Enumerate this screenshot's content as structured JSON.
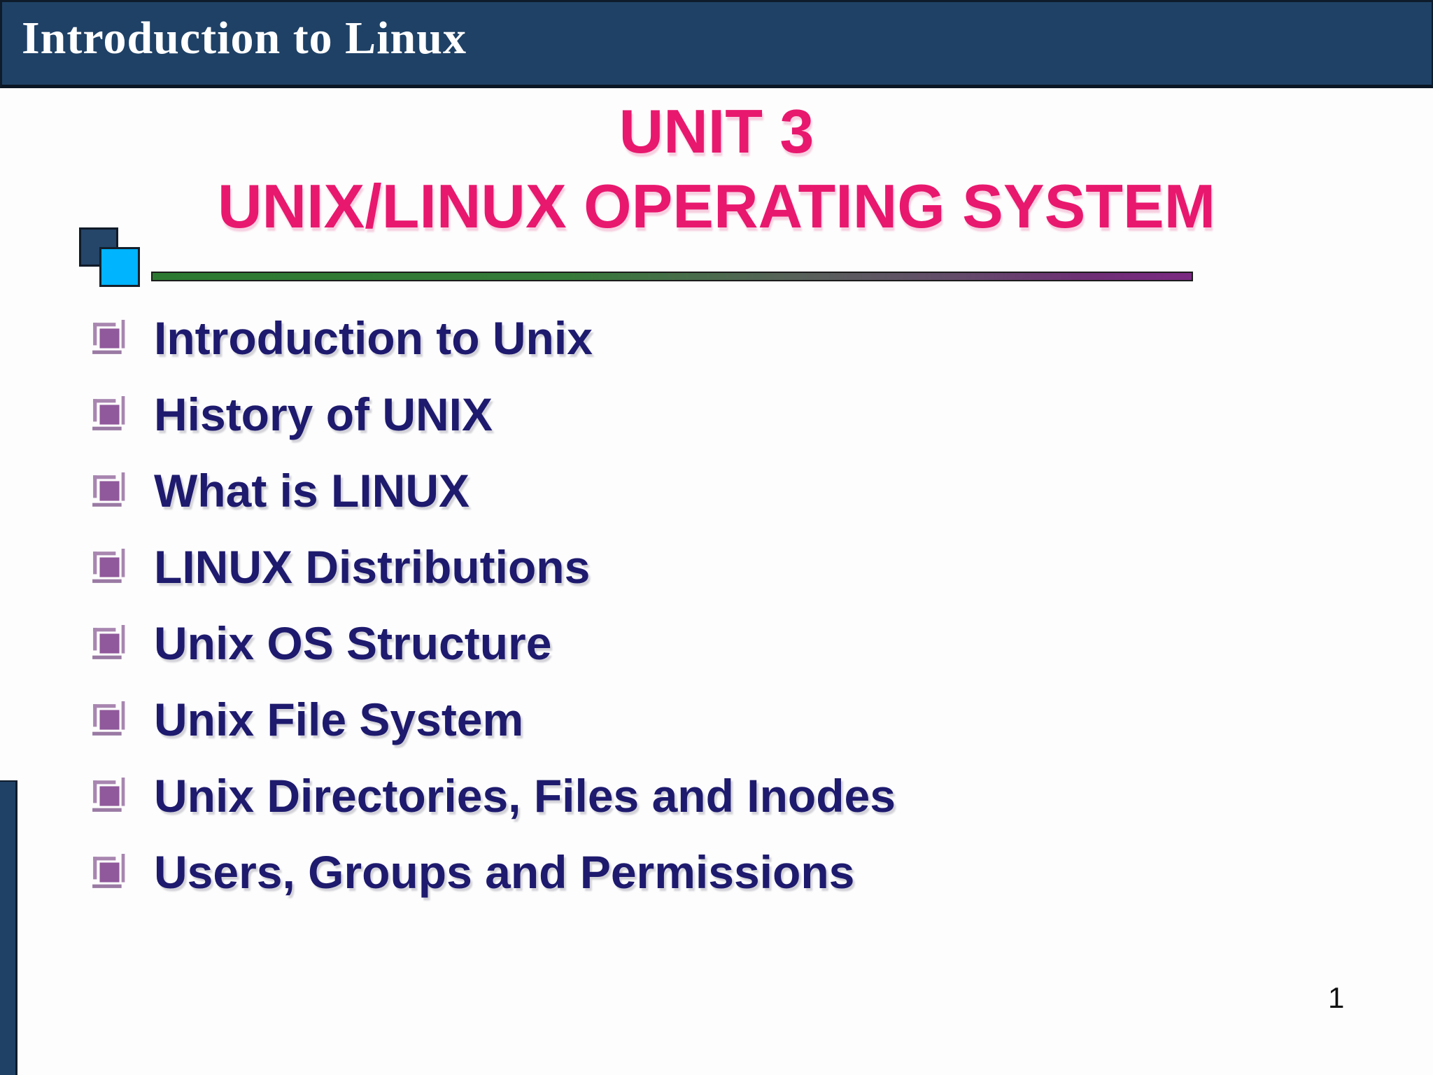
{
  "header": {
    "title": "Introduction to Linux"
  },
  "title": {
    "line1": "UNIT 3",
    "line2": "UNIX/LINUX OPERATING SYSTEM"
  },
  "list": {
    "items": [
      "Introduction to Unix",
      "History of UNIX",
      "What is LINUX",
      "LINUX Distributions",
      "Unix OS Structure",
      "Unix File System",
      "Unix Directories, Files and Inodes",
      "Users, Groups and Permissions"
    ]
  },
  "footer": {
    "page_number": "1"
  },
  "icons": {
    "bullet": "monitor-bullet-icon"
  },
  "colors": {
    "header_bg": "#1f4166",
    "title_pink": "#e8186e",
    "list_navy": "#1e1a6e",
    "square_navy": "#254569",
    "square_cyan": "#00b4fd",
    "rule_green": "#2c7a31",
    "rule_purple": "#7b2a82",
    "bullet_purple": "#90599b"
  }
}
